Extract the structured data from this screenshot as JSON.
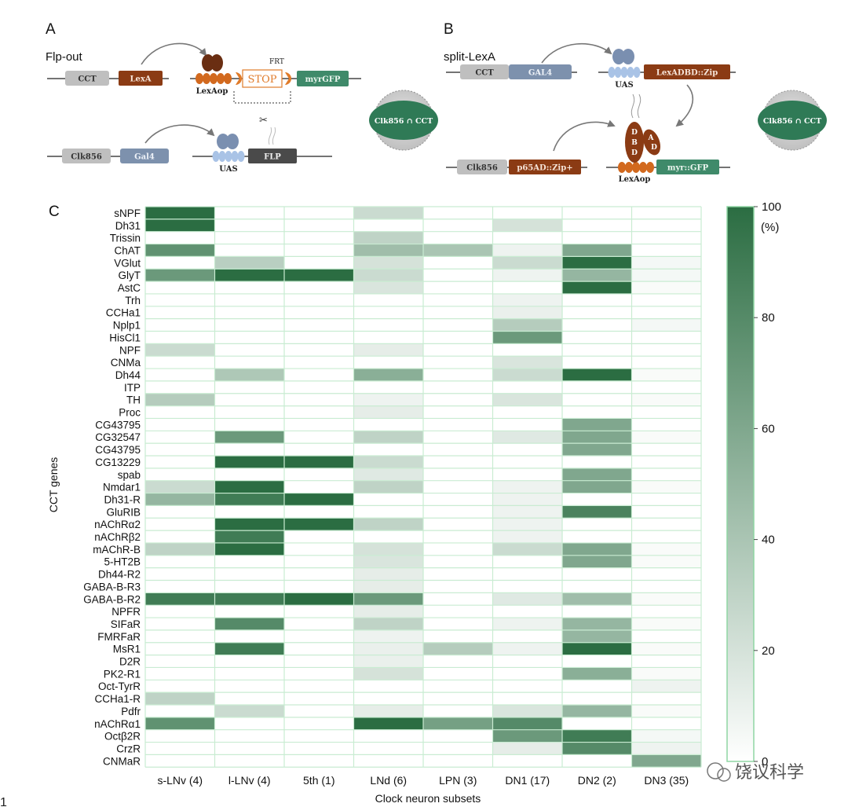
{
  "panels": {
    "a": {
      "letter": "A",
      "title": "Flp-out",
      "boxes": {
        "cct": "CCT",
        "lexa": "LexA",
        "stop": "STOP",
        "frt": "FRT",
        "myrgfp": "myrGFP",
        "lexaop": "LexAop",
        "clk856": "Clk856",
        "gal4": "Gal4",
        "uas": "UAS",
        "flp": "FLP"
      },
      "venn_label": "Clk856 ∩ CCT"
    },
    "b": {
      "letter": "B",
      "title": "split-LexA",
      "boxes": {
        "cct": "CCT",
        "gal4": "GAL4",
        "uas": "UAS",
        "lexadbd": "LexADBD::Zip",
        "clk856": "Clk856",
        "p65": "p65AD::Zip+",
        "myrgfp": "myr::GFP",
        "lexaop": "LexAop",
        "dbd": [
          "D",
          "B",
          "D"
        ],
        "ad": [
          "A",
          "D"
        ]
      },
      "venn_label": "Clk856 ∩ CCT"
    },
    "c": {
      "letter": "C"
    }
  },
  "colors": {
    "low": "#ffffff",
    "high": "#2b6d42",
    "grid": "#c9ecd2",
    "lexa_brown": "#8b3b14",
    "orange": "#e07b2a",
    "teal": "#3f8a6a",
    "slate": "#7d91ad",
    "uas_blue": "#a9c3e6",
    "venn_green": "#2f7a56"
  },
  "watermark": "饶议科学",
  "corner_text": "1",
  "chart_data": {
    "type": "heatmap",
    "title": "",
    "xlabel": "Clock neuron subsets",
    "ylabel": "CCT genes",
    "x": [
      "s-LNv (4)",
      "l-LNv (4)",
      "5th (1)",
      "LNd (6)",
      "LPN (3)",
      "DN1 (17)",
      "DN2 (2)",
      "DN3 (35)"
    ],
    "y": [
      "sNPF",
      "Dh31",
      "Trissin",
      "ChAT",
      "VGlut",
      "GlyT",
      "AstC",
      "Trh",
      "CCHa1",
      "Nplp1",
      "HisCl1",
      "NPF",
      "CNMa",
      "Dh44",
      "ITP",
      "TH",
      "Proc",
      "CG43795",
      "CG32547",
      "CG43795",
      "CG13229",
      "spab",
      "Nmdar1",
      "Dh31-R",
      "GluRIB",
      "nAChRα2",
      "nAChRβ2",
      "mAChR-B",
      "5-HT2B",
      "Dh44-R2",
      "GABA-B-R3",
      "GABA-B-R2",
      "NPFR",
      "SIFaR",
      "FMRFaR",
      "MsR1",
      "D2R",
      "PK2-R1",
      "Oct-TyrR",
      "CCHa1-R",
      "Pdfr",
      "nAChRα1",
      "Octβ2R",
      "CrzR",
      "CNMaR"
    ],
    "values": [
      [
        100,
        0,
        0,
        25,
        0,
        0,
        0,
        0
      ],
      [
        100,
        0,
        0,
        0,
        0,
        20,
        0,
        0
      ],
      [
        0,
        0,
        0,
        30,
        0,
        0,
        0,
        0
      ],
      [
        75,
        0,
        0,
        45,
        40,
        8,
        60,
        0
      ],
      [
        0,
        33,
        0,
        20,
        0,
        25,
        100,
        5
      ],
      [
        70,
        100,
        100,
        25,
        0,
        8,
        50,
        5
      ],
      [
        0,
        0,
        0,
        18,
        0,
        0,
        100,
        3
      ],
      [
        0,
        0,
        0,
        0,
        0,
        8,
        0,
        0
      ],
      [
        0,
        0,
        0,
        0,
        0,
        10,
        0,
        0
      ],
      [
        0,
        0,
        0,
        0,
        0,
        35,
        0,
        5
      ],
      [
        0,
        0,
        0,
        0,
        0,
        70,
        0,
        0
      ],
      [
        25,
        0,
        0,
        12,
        0,
        0,
        0,
        0
      ],
      [
        0,
        0,
        0,
        0,
        0,
        18,
        0,
        0
      ],
      [
        0,
        38,
        0,
        55,
        0,
        25,
        100,
        3
      ],
      [
        0,
        0,
        0,
        0,
        0,
        0,
        0,
        0
      ],
      [
        35,
        0,
        0,
        8,
        0,
        18,
        0,
        3
      ],
      [
        0,
        0,
        0,
        12,
        0,
        0,
        0,
        0
      ],
      [
        0,
        0,
        0,
        0,
        0,
        0,
        60,
        0
      ],
      [
        0,
        70,
        0,
        30,
        0,
        15,
        60,
        3
      ],
      [
        0,
        0,
        0,
        0,
        0,
        0,
        60,
        0
      ],
      [
        0,
        100,
        100,
        25,
        0,
        0,
        0,
        0
      ],
      [
        0,
        0,
        0,
        15,
        0,
        0,
        60,
        0
      ],
      [
        25,
        100,
        0,
        30,
        0,
        8,
        60,
        3
      ],
      [
        50,
        90,
        100,
        0,
        0,
        8,
        0,
        0
      ],
      [
        0,
        0,
        0,
        0,
        0,
        8,
        85,
        0
      ],
      [
        0,
        100,
        100,
        30,
        0,
        8,
        0,
        0
      ],
      [
        0,
        90,
        0,
        0,
        0,
        8,
        0,
        0
      ],
      [
        30,
        100,
        0,
        20,
        0,
        25,
        60,
        3
      ],
      [
        0,
        0,
        0,
        18,
        0,
        0,
        60,
        3
      ],
      [
        0,
        0,
        0,
        12,
        0,
        0,
        0,
        0
      ],
      [
        0,
        0,
        0,
        12,
        0,
        0,
        0,
        0
      ],
      [
        90,
        90,
        100,
        70,
        0,
        15,
        45,
        3
      ],
      [
        0,
        0,
        0,
        12,
        0,
        0,
        0,
        0
      ],
      [
        0,
        80,
        0,
        30,
        0,
        8,
        50,
        3
      ],
      [
        0,
        0,
        0,
        8,
        0,
        0,
        50,
        0
      ],
      [
        0,
        90,
        0,
        10,
        35,
        8,
        100,
        3
      ],
      [
        0,
        0,
        0,
        10,
        0,
        0,
        0,
        0
      ],
      [
        0,
        0,
        0,
        20,
        0,
        0,
        55,
        3
      ],
      [
        0,
        0,
        0,
        0,
        0,
        0,
        0,
        8
      ],
      [
        30,
        0,
        0,
        0,
        0,
        0,
        0,
        0
      ],
      [
        0,
        25,
        0,
        12,
        0,
        18,
        50,
        3
      ],
      [
        75,
        0,
        0,
        100,
        65,
        80,
        0,
        0
      ],
      [
        0,
        0,
        0,
        0,
        0,
        70,
        90,
        5
      ],
      [
        0,
        0,
        0,
        0,
        0,
        12,
        80,
        8
      ],
      [
        0,
        0,
        0,
        0,
        0,
        0,
        0,
        60
      ]
    ],
    "colorbar": {
      "ticks": [
        0,
        20,
        40,
        60,
        80,
        100
      ],
      "unit": "(%)",
      "range": [
        0,
        100
      ]
    },
    "legend": "right"
  }
}
